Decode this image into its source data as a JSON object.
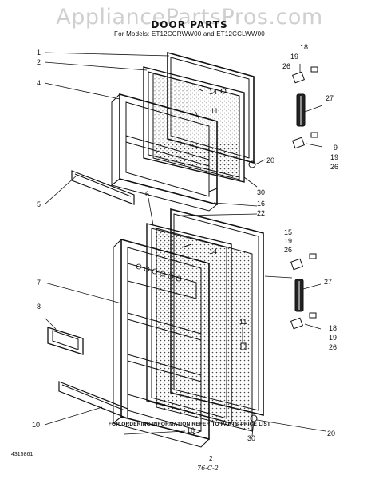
{
  "header": {
    "watermark": "AppliancePartsPros.com",
    "title": "DOOR PARTS",
    "subtitle": "For Models: ET12CCRWW00 and ET12CCLWW00"
  },
  "callouts": {
    "upper": [
      "1",
      "2",
      "4",
      "14",
      "11",
      "5",
      "30",
      "20",
      "18",
      "19",
      "26",
      "27",
      "9",
      "19",
      "26"
    ],
    "lower": [
      "6",
      "16",
      "22",
      "14",
      "7",
      "8",
      "11",
      "10",
      "16",
      "30",
      "20",
      "15",
      "19",
      "26",
      "27",
      "18",
      "19",
      "26"
    ]
  },
  "footer": {
    "note": "FOR ORDERING INFORMATION REFER TO PARTS PRICE LIST",
    "page_number": "2",
    "document_number": "4315861",
    "handwritten_note": "76-C-2"
  }
}
